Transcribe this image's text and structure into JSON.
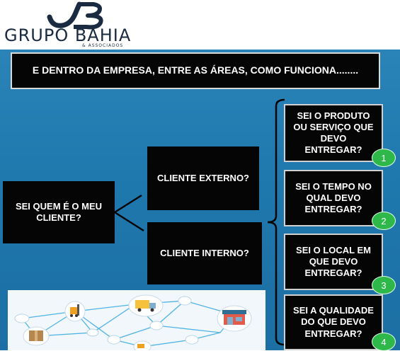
{
  "logo": {
    "brand": "GRUPO BAHIA",
    "tagline": "& ASSOCIADOS"
  },
  "slide": {
    "title": "E DENTRO DA EMPRESA, ENTRE AS ÁREAS, COMO FUNCIONA........",
    "left_box": "SEI QUEM É O MEU CLIENTE?",
    "external_client": "CLIENTE EXTERNO?",
    "internal_client": "CLIENTE INTERNO?",
    "items": [
      {
        "label": "SEI O PRODUTO OU SERVIÇO QUE DEVO ENTREGAR?",
        "number": "1"
      },
      {
        "label": "SEI O TEMPO NO QUAL DEVO ENTREGAR?",
        "number": "2"
      },
      {
        "label": "SEI O LOCAL EM QUE DEVO ENTREGAR?",
        "number": "3"
      },
      {
        "label": "SEI A QUALIDADE DO QUE DEVO ENTREGAR?",
        "number": "4"
      }
    ]
  },
  "colors": {
    "slide_background": "#2a84b8",
    "box_fill": "#050505",
    "badge_green": "#2fb84a",
    "logo_navy": "#1a2a40"
  },
  "illustration": {
    "icons": [
      "forklift-icon",
      "delivery-truck-icon",
      "storefront-icon",
      "package-icon",
      "network-node-icon"
    ]
  }
}
